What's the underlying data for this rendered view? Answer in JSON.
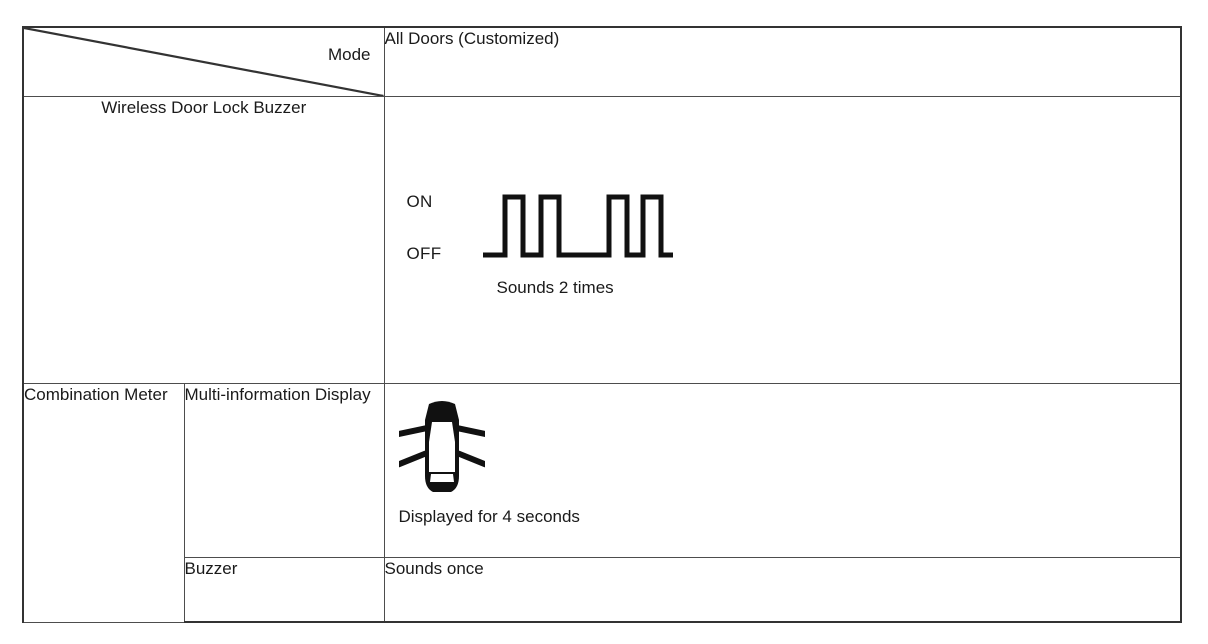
{
  "table": {
    "header": {
      "corner_label": "Mode",
      "mode_value": "All Doors (Customized)"
    },
    "rows": [
      {
        "group": "Wireless Door Lock Buzzer",
        "sub": null,
        "content": {
          "type": "waveform",
          "on_label": "ON",
          "off_label": "OFF",
          "caption": "Sounds 2 times",
          "pulse_count": 4,
          "sound_count": 2
        }
      },
      {
        "group": "Combination Meter",
        "sub": "Multi-information Display",
        "content": {
          "type": "icon",
          "icon_name": "car-flashing-lights-icon",
          "caption": "Displayed for 4 seconds",
          "duration_seconds": 4
        }
      },
      {
        "group": null,
        "sub": "Buzzer",
        "content": {
          "type": "text",
          "caption": "Sounds once"
        }
      }
    ]
  },
  "colors": {
    "border": "#4d4d4d",
    "outer_border": "#333333",
    "text": "#1a1a1a",
    "ink": "#111111",
    "background": "#ffffff"
  }
}
